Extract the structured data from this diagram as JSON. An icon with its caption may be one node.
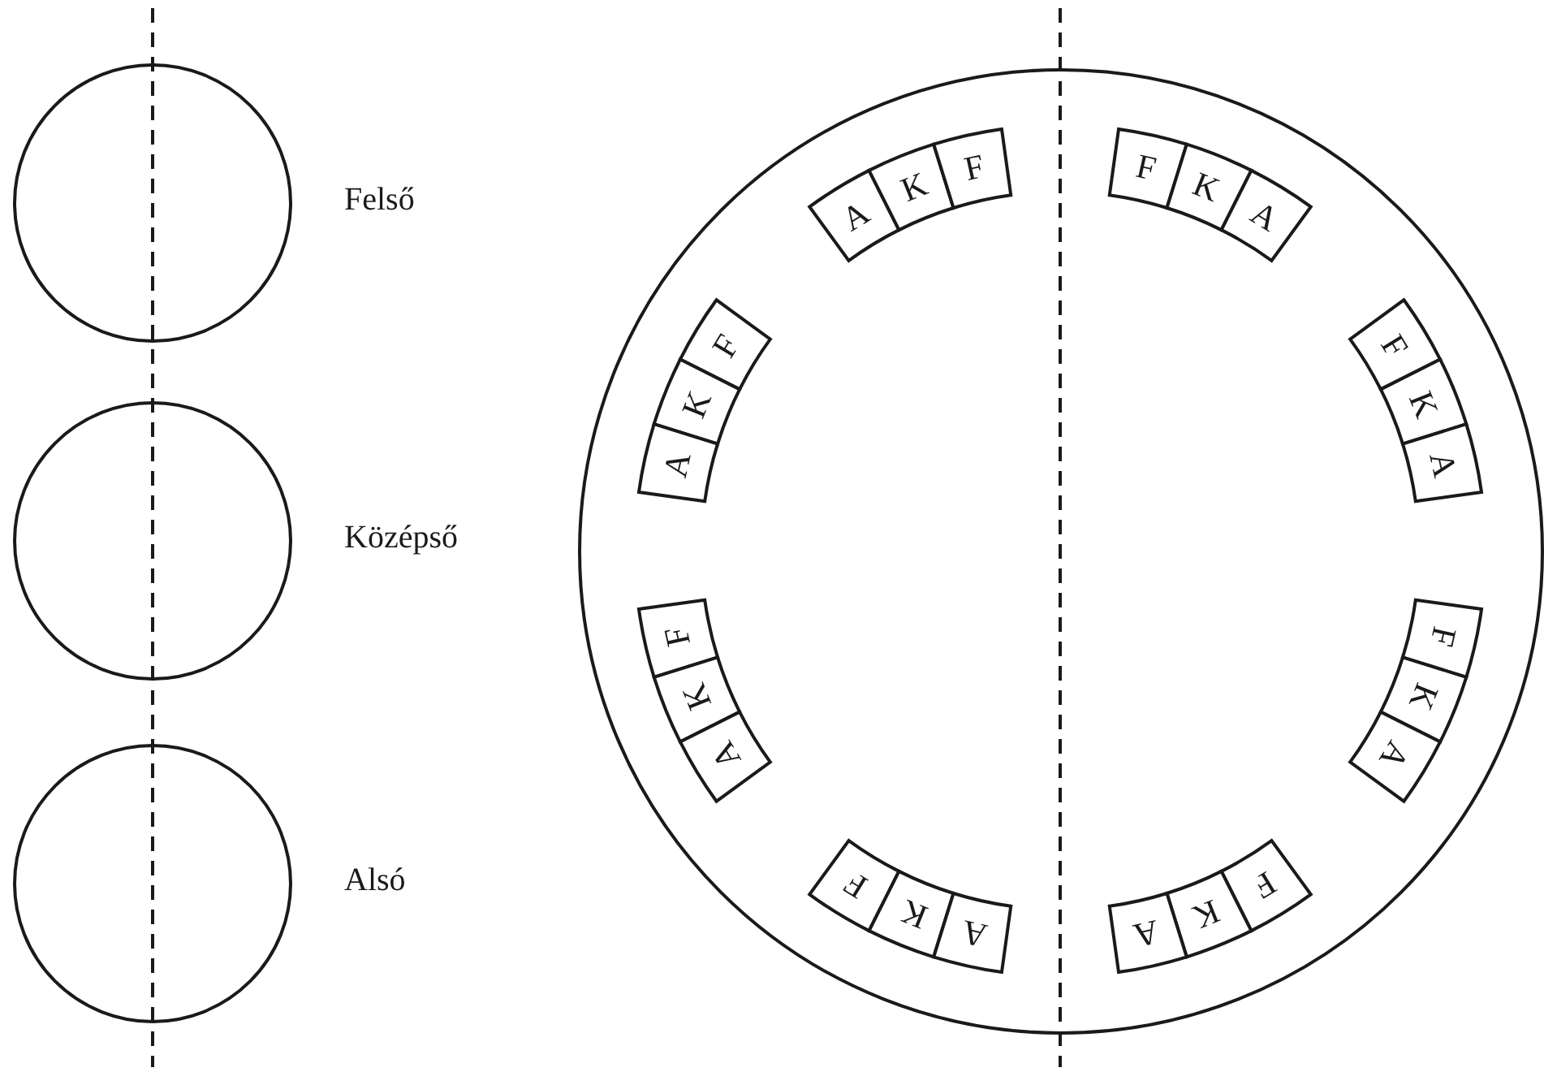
{
  "diagram": {
    "nodes": [
      {
        "text": [],
        "shape": "circle",
        "beside": [
          "Felső"
        ]
      },
      {
        "text": [],
        "shape": "circle",
        "beside": [
          "Középső"
        ]
      },
      {
        "text": [],
        "shape": "circle",
        "beside": [
          "Alsó"
        ]
      },
      {
        "text": [],
        "shape": "circle"
      },
      {
        "text": [
          "A"
        ],
        "in": 3
      },
      {
        "text": [
          "K"
        ],
        "in": 3
      },
      {
        "text": [
          "F"
        ],
        "in": 3
      },
      {
        "text": [
          "F"
        ],
        "in": 3
      },
      {
        "text": [
          "K"
        ],
        "in": 3
      },
      {
        "text": [
          "A"
        ],
        "in": 3
      },
      {
        "text": [
          "F"
        ],
        "in": 3
      },
      {
        "text": [
          "K"
        ],
        "in": 3
      },
      {
        "text": [
          "A"
        ],
        "in": 3
      },
      {
        "text": [
          "F"
        ],
        "in": 3
      },
      {
        "text": [
          "K"
        ],
        "in": 3
      },
      {
        "text": [
          "A"
        ],
        "in": 3
      },
      {
        "text": [
          "F"
        ],
        "in": 3
      },
      {
        "text": [
          "K"
        ],
        "in": 3
      },
      {
        "text": [
          "A"
        ],
        "in": 3
      },
      {
        "text": [
          "F"
        ],
        "in": 3
      },
      {
        "text": [
          "K"
        ],
        "in": 3
      },
      {
        "text": [
          "A"
        ],
        "in": 3
      },
      {
        "text": [
          "F"
        ],
        "in": 3
      },
      {
        "text": [
          "K"
        ],
        "in": 3
      },
      {
        "text": [
          "A"
        ],
        "in": 3
      },
      {
        "text": [
          "F"
        ],
        "in": 3
      },
      {
        "text": [
          "K"
        ],
        "in": 3
      },
      {
        "text": [
          "A"
        ],
        "in": 3
      }
    ]
  }
}
